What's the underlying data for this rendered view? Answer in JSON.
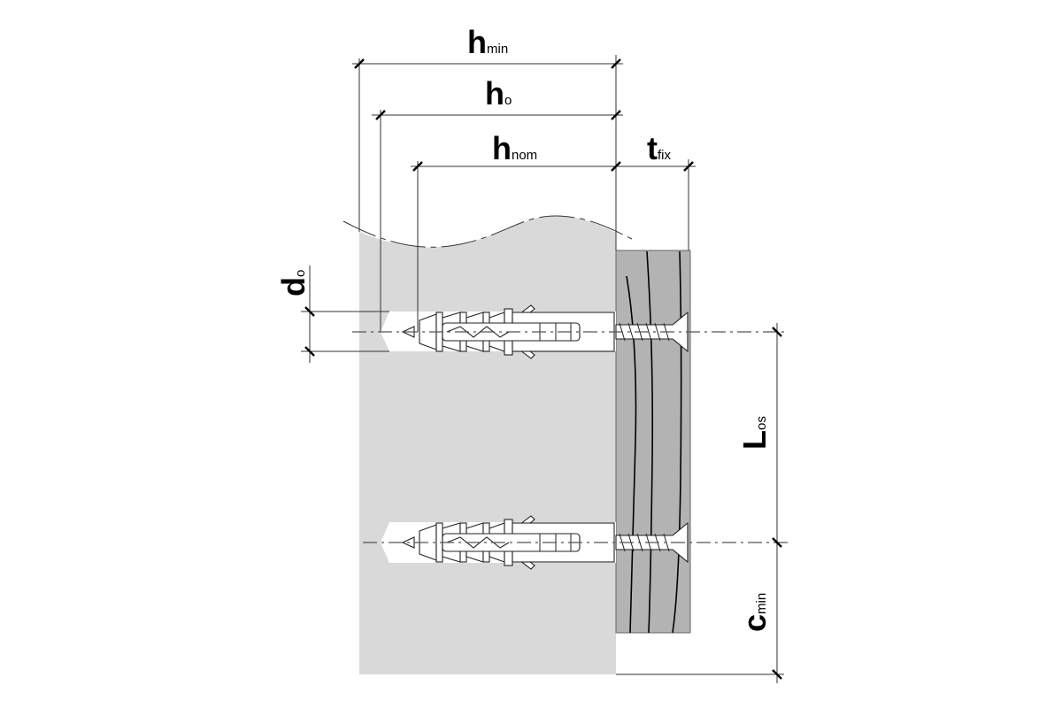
{
  "diagram": {
    "title": "Frame fixing installation dimensions",
    "labels": {
      "h_min": {
        "main": "h",
        "sub": "min"
      },
      "h_o": {
        "main": "h",
        "sub": "o"
      },
      "h_nom": {
        "main": "h",
        "sub": "nom"
      },
      "t_fix": {
        "main": "t",
        "sub": "fix"
      },
      "d_o": {
        "main": "d",
        "sub": "o"
      },
      "L_os": {
        "main": "L",
        "sub": "os"
      },
      "c_min": {
        "main": "c",
        "sub": "min"
      }
    },
    "components": [
      "base-material",
      "fixture-timber",
      "anchor-upper",
      "anchor-lower"
    ],
    "colors": {
      "base": "#d9d9d9",
      "fixture": "#b3b3b3",
      "line": "#000000",
      "hole": "#ffffff"
    }
  }
}
